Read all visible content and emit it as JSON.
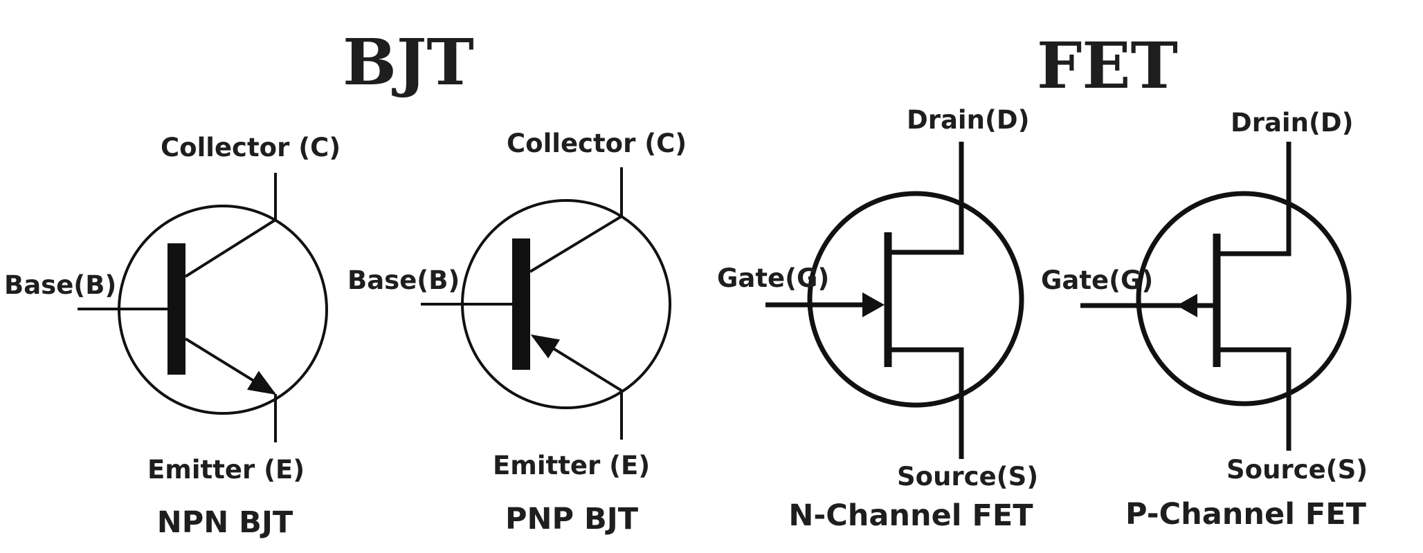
{
  "sections": {
    "bjt_title": "BJT",
    "fet_title": "FET"
  },
  "npn": {
    "collector": "Collector (C)",
    "base": "Base(B)",
    "emitter": "Emitter (E)",
    "caption": "NPN BJT"
  },
  "pnp": {
    "collector": "Collector (C)",
    "base": "Base(B)",
    "emitter": "Emitter (E)",
    "caption": "PNP BJT"
  },
  "nfet": {
    "drain": "Drain(D)",
    "gate": "Gate(G)",
    "source": "Source(S)",
    "caption": "N-Channel FET"
  },
  "pfet": {
    "drain": "Drain(D)",
    "gate": "Gate(G)",
    "source": "Source(S)",
    "caption": "P-Channel FET"
  },
  "colors": {
    "ink": "#111111",
    "background": "#ffffff"
  }
}
